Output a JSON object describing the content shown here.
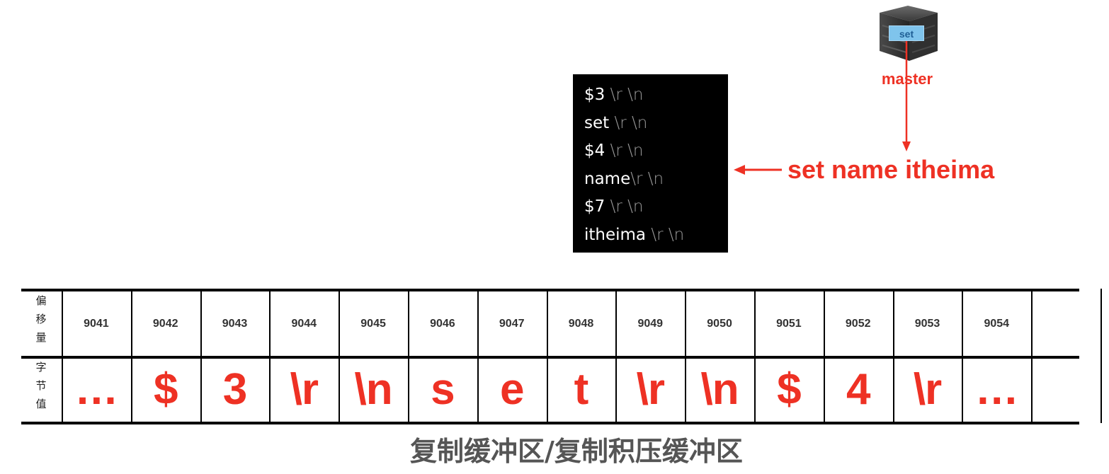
{
  "master": {
    "icon": "server-icon",
    "screen_label": "set",
    "label": "master"
  },
  "command": {
    "text": "set name itheima"
  },
  "terminal": {
    "lines": [
      {
        "text": "$3",
        "suffix": "\\r \\n"
      },
      {
        "text": "set",
        "suffix": "\\r \\n"
      },
      {
        "text": "$4",
        "suffix": "\\r \\n"
      },
      {
        "text": "name",
        "suffix": "\\r \\n"
      },
      {
        "text": "$7",
        "suffix": "\\r \\n"
      },
      {
        "text": "itheima",
        "suffix": "\\r \\n"
      }
    ]
  },
  "buffer": {
    "offset_header": [
      "偏",
      "移",
      "量"
    ],
    "byte_header": [
      "字",
      "节",
      "值"
    ],
    "offsets": [
      "",
      "9041",
      "9042",
      "9043",
      "9044",
      "9045",
      "9046",
      "9047",
      "9048",
      "9049",
      "9050",
      "9051",
      "9052",
      "9053",
      "9054",
      ""
    ],
    "bytes": [
      "",
      "…",
      "$",
      "3",
      "\\r",
      "\\n",
      "s",
      "e",
      "t",
      "\\r",
      "\\n",
      "$",
      "4",
      "\\r",
      "…",
      ""
    ]
  },
  "caption": "复制缓冲区/复制积压缓冲区",
  "colors": {
    "accent": "#ee3124",
    "terminal_bg": "#000000",
    "caption": "#555555"
  }
}
